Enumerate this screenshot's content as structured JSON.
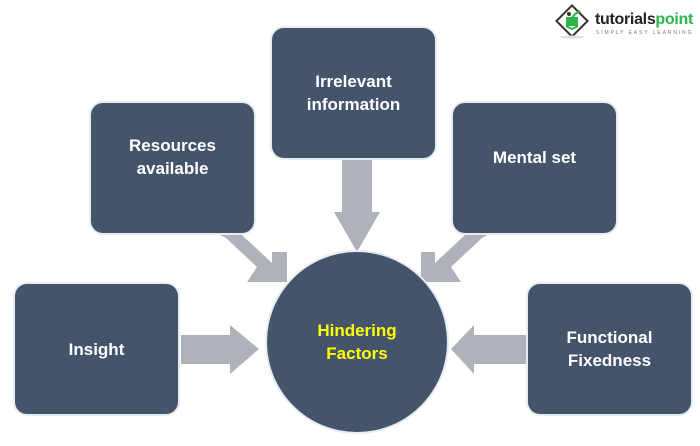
{
  "logo": {
    "brand_part1": "tutorials",
    "brand_part2": "point",
    "tagline": "SIMPLY EASY LEARNING"
  },
  "center": {
    "line1": "Hindering",
    "line2": "Factors",
    "text_color": "#ffff00"
  },
  "factors": [
    {
      "id": "irrelevant",
      "line1": "Irrelevant",
      "line2": "information"
    },
    {
      "id": "resources",
      "line1": "Resources",
      "line2": "available"
    },
    {
      "id": "mental",
      "line1": "Mental set",
      "line2": ""
    },
    {
      "id": "insight",
      "line1": "Insight",
      "line2": ""
    },
    {
      "id": "functional",
      "line1": "Functional",
      "line2": "Fixedness"
    }
  ],
  "colors": {
    "box_fill": "#44546a",
    "arrow_fill": "#afb3b9",
    "box_text": "#ffffff",
    "brand_green": "#2eb34a"
  }
}
